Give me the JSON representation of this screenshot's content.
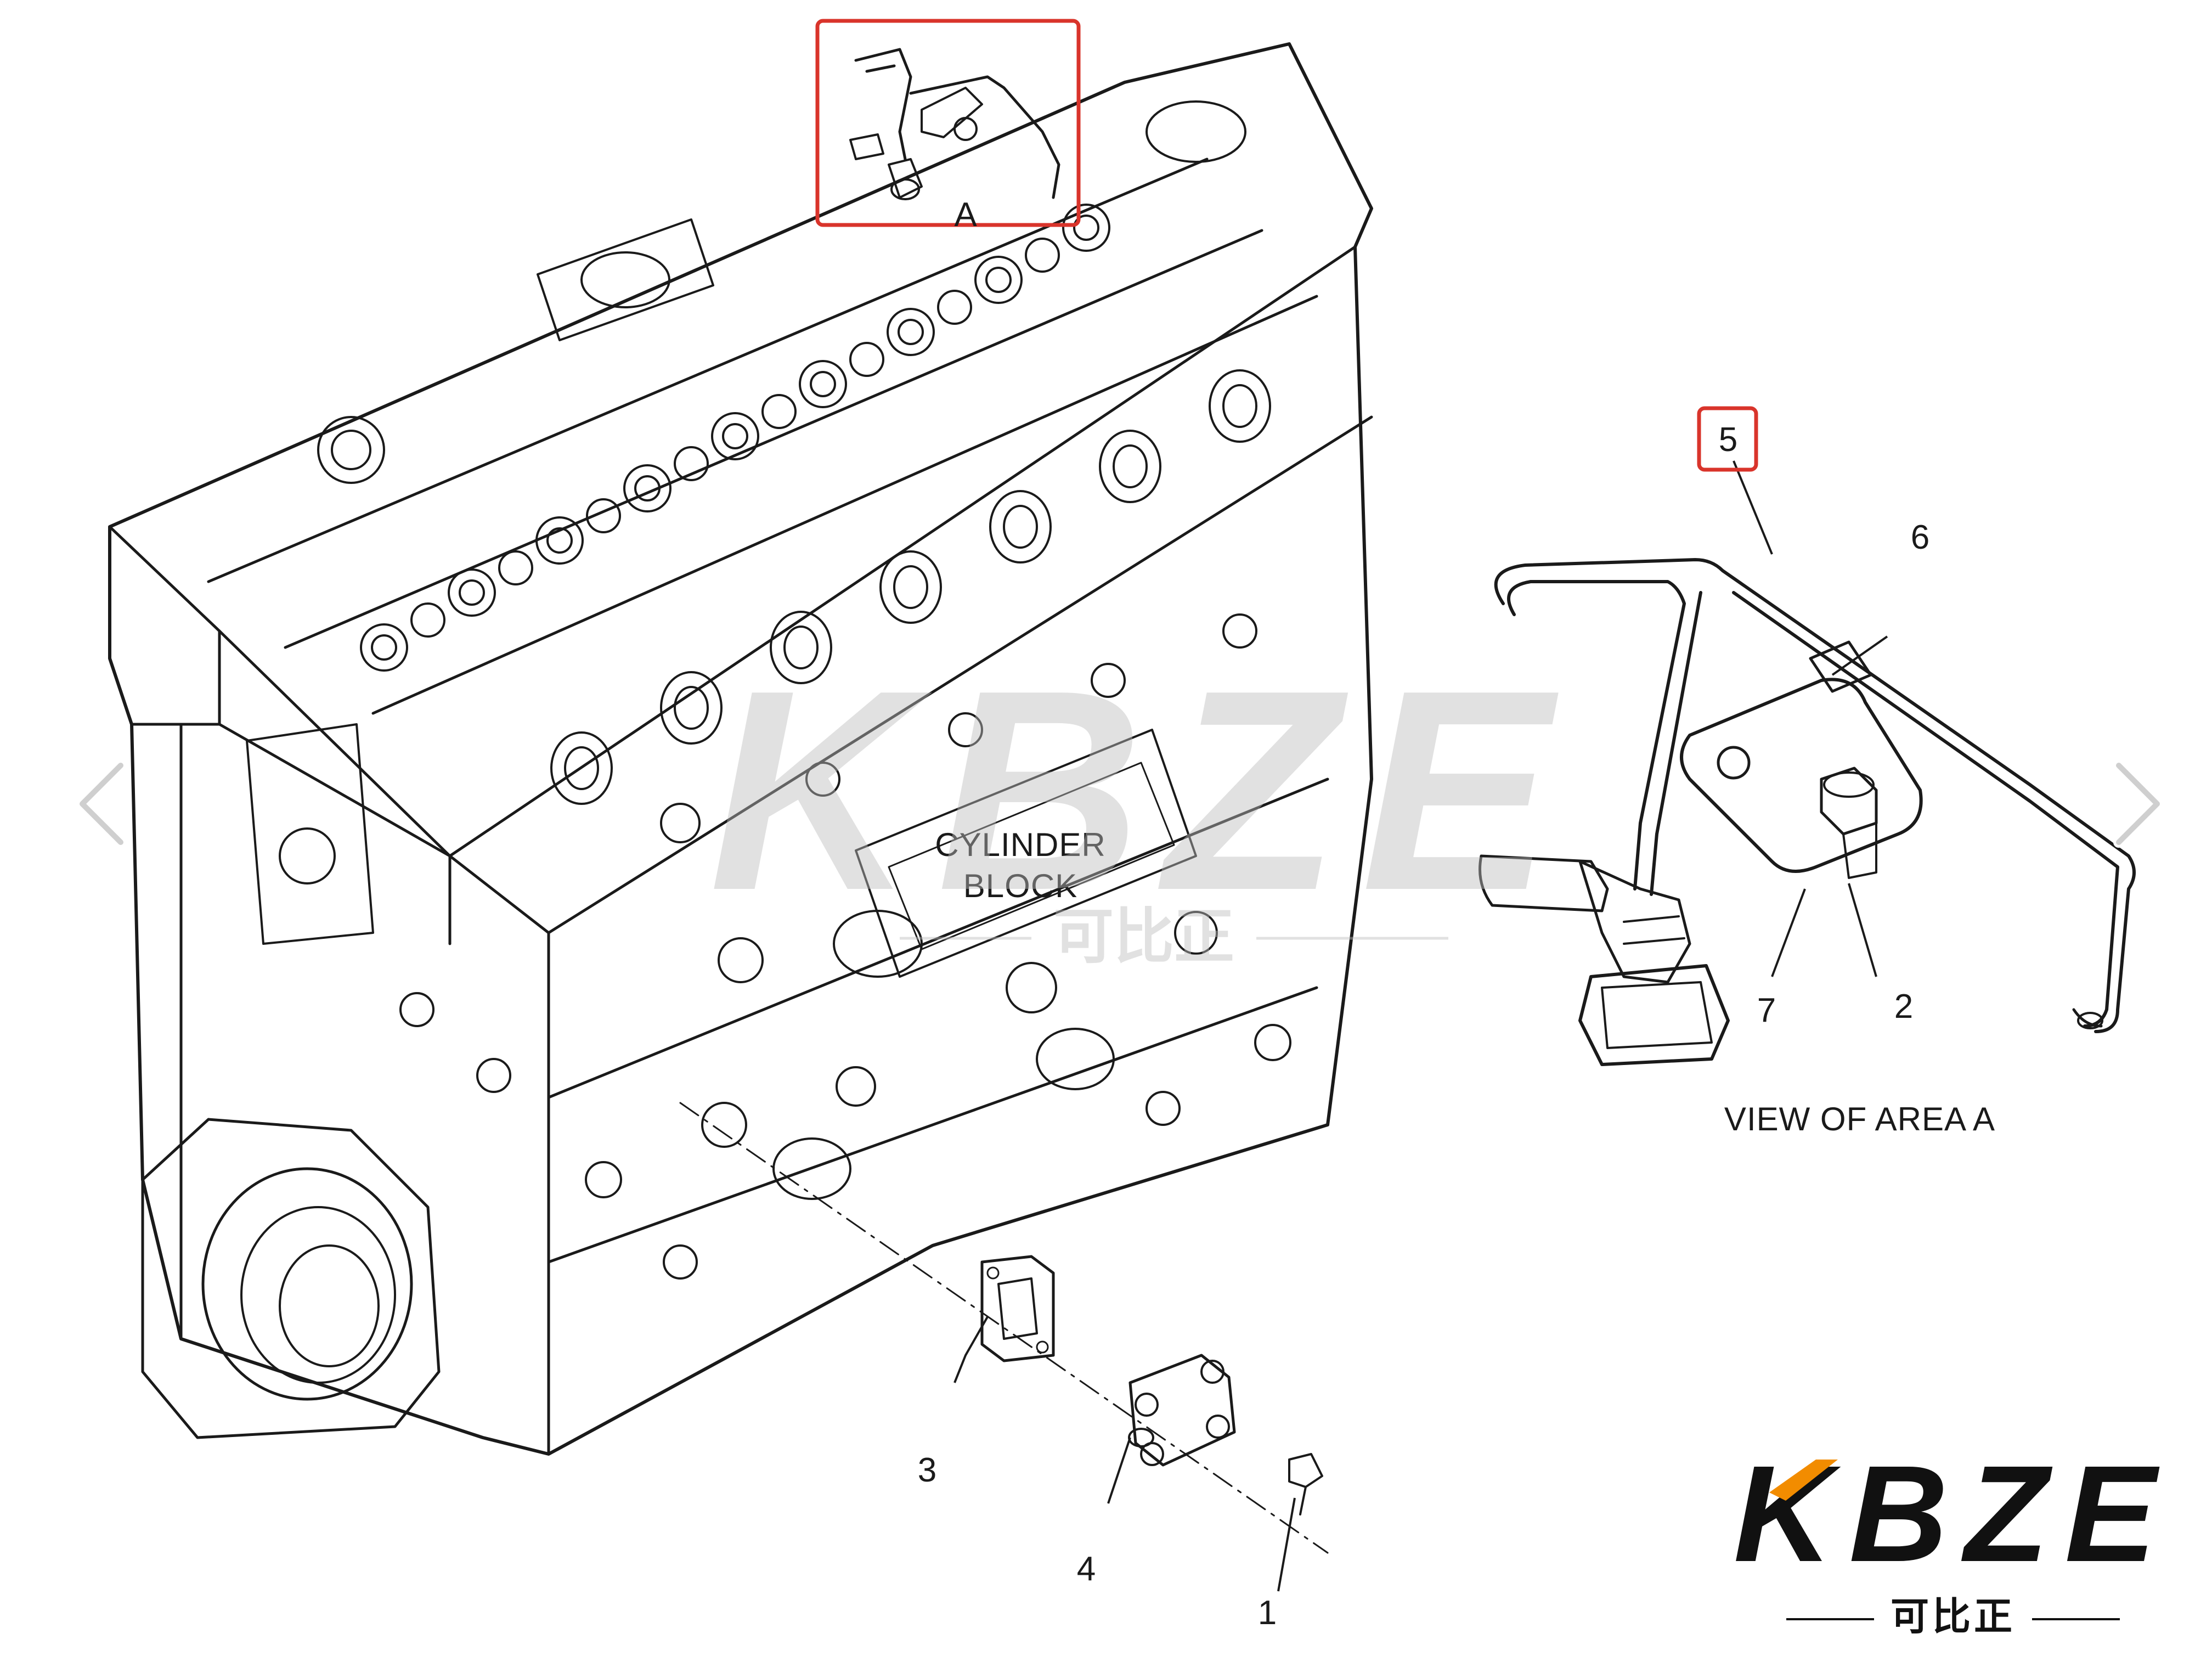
{
  "diagram": {
    "callouts": {
      "c1": "1",
      "c2": "2",
      "c3": "3",
      "c4": "4",
      "c5": "5",
      "c6": "6",
      "c7": "7",
      "area_marker": "A"
    },
    "cylinder_block_line1": "CYLINDER",
    "cylinder_block_line2": "BLOCK",
    "view_caption": "VIEW OF AREA  A",
    "highlight_color": "#d9342b",
    "line_color": "#1a1a1a"
  },
  "watermark": {
    "text": "KBZE",
    "subtext": "可比正",
    "color": "#c8c8c8",
    "accent": "#f2b880"
  },
  "logo": {
    "text": "KBZE",
    "subtext": "可比正",
    "accent": "#f28c00"
  },
  "nav": {
    "prev_icon": "chevron-left-icon",
    "next_icon": "chevron-right-icon"
  }
}
